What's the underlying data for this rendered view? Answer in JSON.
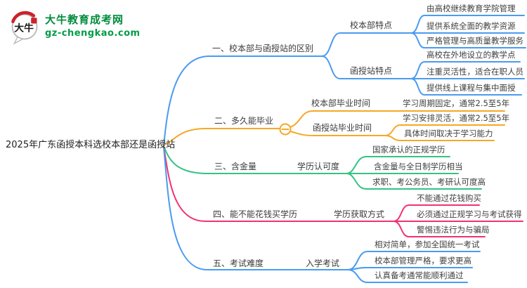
{
  "logo": {
    "title": "大牛教育成考网",
    "url": "gz-chengkao.com",
    "icon_text": "大牛",
    "brand_color": "#008C3C",
    "url_color": "#009C46",
    "seal_color": "#CC2229"
  },
  "root": {
    "label": "2025年广东函授本科选校本部还是函授站"
  },
  "branches": [
    {
      "label": "一、校本部与函授站的区别",
      "color": "#4A9BF0",
      "children": [
        {
          "label": "校本部特点",
          "children": [
            {
              "label": "由高校继续教育学院管理"
            },
            {
              "label": "提供系统全面的教学资源"
            },
            {
              "label": "严格管理与高质量教学服务"
            }
          ]
        },
        {
          "label": "函授站特点",
          "children": [
            {
              "label": "高校在外地设立的教学点"
            },
            {
              "label": "注重灵活性，适合在职人员"
            },
            {
              "label": "提供线上课程与集中面授"
            }
          ]
        }
      ]
    },
    {
      "label": "二、多久能毕业",
      "color": "#F5A828",
      "collapse_icon": "minus",
      "children": [
        {
          "label": "校本部毕业时间",
          "children": [
            {
              "label": "学习周期固定，通常2.5至5年"
            }
          ]
        },
        {
          "label": "函授站毕业时间",
          "children": [
            {
              "label": "学习安排灵活，通常2.5至5年"
            },
            {
              "label": "具体时间取决于学习能力"
            }
          ]
        }
      ]
    },
    {
      "label": "三、含金量",
      "color": "#34C382",
      "children": [
        {
          "label": "学历认可度",
          "children": [
            {
              "label": "国家承认的正规学历"
            },
            {
              "label": "含金量与全日制学历相当"
            },
            {
              "label": "求职、考公务员、考研认可度高"
            }
          ]
        }
      ]
    },
    {
      "label": "四、能不能花钱买学历",
      "color": "#F03273",
      "children": [
        {
          "label": "学历获取方式",
          "children": [
            {
              "label": "不能通过花钱购买"
            },
            {
              "label": "必须通过正规学习与考试获得"
            },
            {
              "label": "警惕违法行为与骗局"
            }
          ]
        }
      ]
    },
    {
      "label": "五、考试难度",
      "color": "#4A9BF0",
      "children": [
        {
          "label": "入学考试",
          "children": [
            {
              "label": "相对简单，参加全国统一考试"
            },
            {
              "label": "校本部管理严格，要求更高"
            },
            {
              "label": "认真备考通常能顺利通过"
            }
          ]
        }
      ]
    }
  ]
}
